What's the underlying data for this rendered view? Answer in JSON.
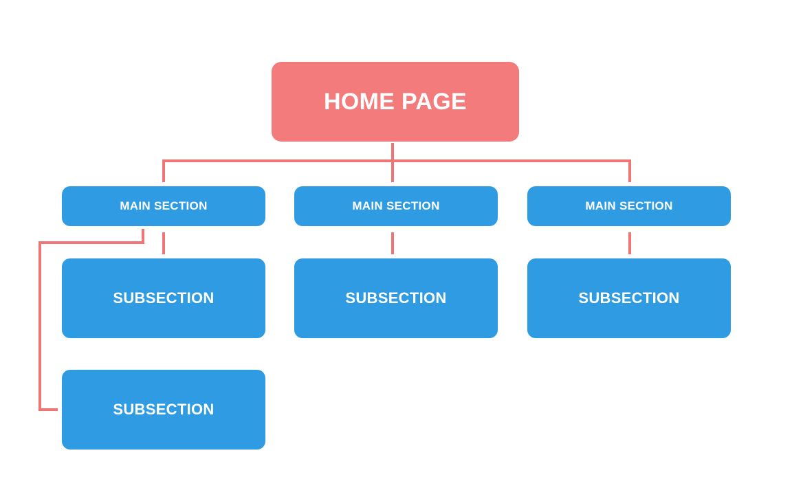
{
  "colors": {
    "home": "#f47b7b",
    "section": "#2f9be2",
    "connector": "#ef7576",
    "text": "#ffffff"
  },
  "home": {
    "label": "HOME PAGE"
  },
  "main_sections": [
    {
      "label": "MAIN SECTION"
    },
    {
      "label": "MAIN SECTION"
    },
    {
      "label": "MAIN SECTION"
    }
  ],
  "subsections": [
    {
      "label": "SUBSECTION"
    },
    {
      "label": "SUBSECTION"
    },
    {
      "label": "SUBSECTION"
    },
    {
      "label": "SUBSECTION"
    }
  ]
}
